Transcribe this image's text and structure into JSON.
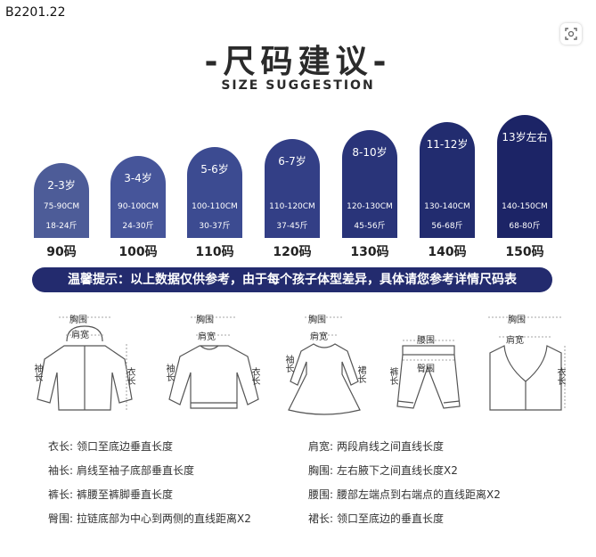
{
  "product_code": "B2201.22",
  "title": "-尺码建议-",
  "subtitle": "SIZE SUGGESTION",
  "sizes": [
    {
      "age": "2-3岁",
      "height": "75-90CM",
      "weight": "18-24斤",
      "size": "90码",
      "color": "#4d5c98"
    },
    {
      "age": "3-4岁",
      "height": "90-100CM",
      "weight": "24-30斤",
      "size": "100码",
      "color": "#46559a"
    },
    {
      "age": "5-6岁",
      "height": "100-110CM",
      "weight": "30-37斤",
      "size": "110码",
      "color": "#3c4b91"
    },
    {
      "age": "6-7岁",
      "height": "110-120CM",
      "weight": "37-45斤",
      "size": "120码",
      "color": "#333f86"
    },
    {
      "age": "8-10岁",
      "height": "120-130CM",
      "weight": "45-56斤",
      "size": "130码",
      "color": "#293479"
    },
    {
      "age": "11-12岁",
      "height": "130-140CM",
      "weight": "56-68斤",
      "size": "140码",
      "color": "#222c6f"
    },
    {
      "age": "13岁左右",
      "height": "140-150CM",
      "weight": "68-80斤",
      "size": "150码",
      "color": "#1c2466"
    }
  ],
  "notice": "温馨提示：以上数据仅供参考，由于每个孩子体型差异，具体请您参考详情尺码表",
  "garments": {
    "jacket": {
      "chest": "胸围",
      "shoulder": "肩宽",
      "sleeve": "袖长",
      "length": "衣长"
    },
    "sweater": {
      "chest": "胸围",
      "shoulder": "肩宽",
      "sleeve": "袖长",
      "length": "衣长"
    },
    "dress": {
      "chest": "胸围",
      "shoulder": "肩宽",
      "sleeve": "袖长",
      "length": "裙长"
    },
    "pants": {
      "waist": "腰围",
      "hip": "臀围",
      "inseam": "裤长"
    },
    "vest": {
      "chest": "胸围",
      "shoulder": "肩宽",
      "length": "衣长"
    }
  },
  "legend_left": [
    {
      "term": "衣长:",
      "def": "领口至底边垂直长度"
    },
    {
      "term": "袖长:",
      "def": "肩线至袖子底部垂直长度"
    },
    {
      "term": "裤长:",
      "def": "裤腰至裤脚垂直长度"
    },
    {
      "term": "臀围:",
      "def": "拉链底部为中心到两侧的直线距离X2"
    }
  ],
  "legend_right": [
    {
      "term": "肩宽:",
      "def": "两段肩线之间直线长度"
    },
    {
      "term": "胸围:",
      "def": "左右腋下之间直线长度X2"
    },
    {
      "term": "腰围:",
      "def": "腰部左端点到右端点的直线距离X2"
    },
    {
      "term": "裙长:",
      "def": "领口至底边的垂直长度"
    }
  ]
}
